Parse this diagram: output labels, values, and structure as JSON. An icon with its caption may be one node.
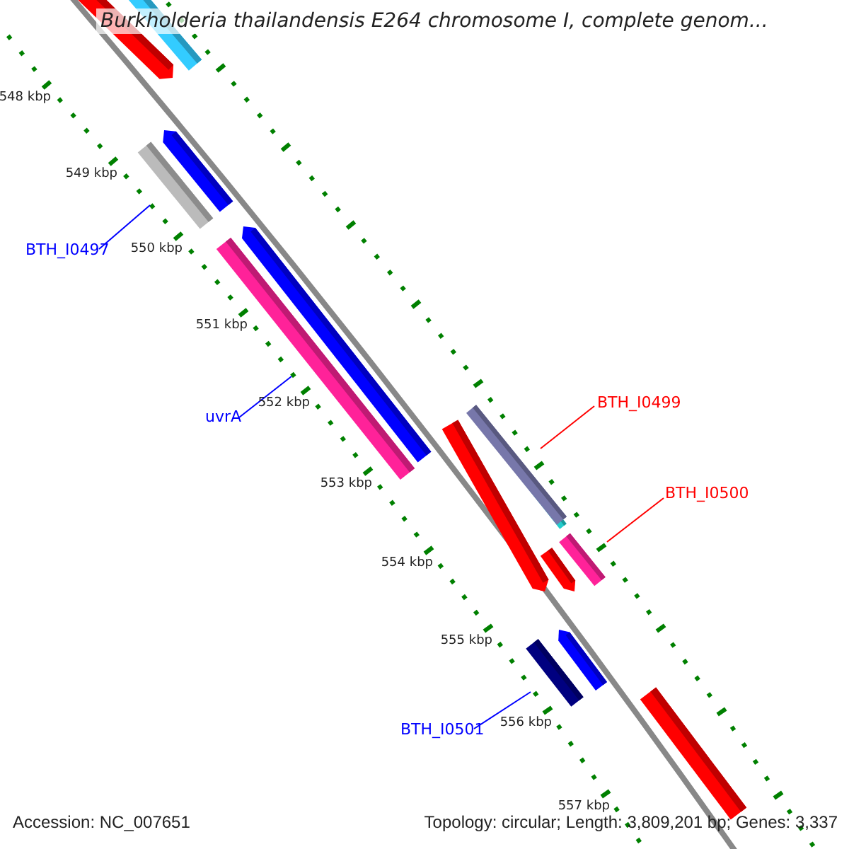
{
  "diagram": {
    "title": "Burkholderia thailandensis E264 chromosome I, complete genom...",
    "nodes": [
      {
        "text": [
          "BTH_I0497"
        ]
      },
      {
        "text": [
          "uvrA"
        ]
      },
      {
        "text": [
          "BTH_I0499"
        ]
      },
      {
        "text": [
          "BTH_I0500"
        ]
      },
      {
        "text": [
          "BTH_I0501"
        ]
      },
      {
        "text": [],
        "shape": "bar"
      },
      {
        "text": [],
        "shape": "bar"
      },
      {
        "text": [],
        "shape": "bar"
      },
      {
        "text": [],
        "shape": "bar"
      },
      {
        "text": [],
        "shape": "bar"
      }
    ],
    "edges": [
      {
        "from": 0,
        "to": 5,
        "arrow": "none"
      },
      {
        "from": 1,
        "to": 6,
        "arrow": "none"
      },
      {
        "from": 2,
        "to": 7,
        "arrow": "none",
        "color": "#ff0000"
      },
      {
        "from": 3,
        "to": 8,
        "arrow": "none",
        "color": "#ff0000"
      },
      {
        "from": 4,
        "to": 9,
        "arrow": "none"
      }
    ],
    "labels": [
      "548 kbp",
      "549 kbp",
      "550 kbp",
      "551 kbp",
      "552 kbp",
      "553 kbp",
      "554 kbp",
      "555 kbp",
      "556 kbp",
      "557 kbp",
      "Accession: NC_007651",
      "Topology: circular; Length: 3,809,201 bp; Genes: 3,337"
    ]
  }
}
